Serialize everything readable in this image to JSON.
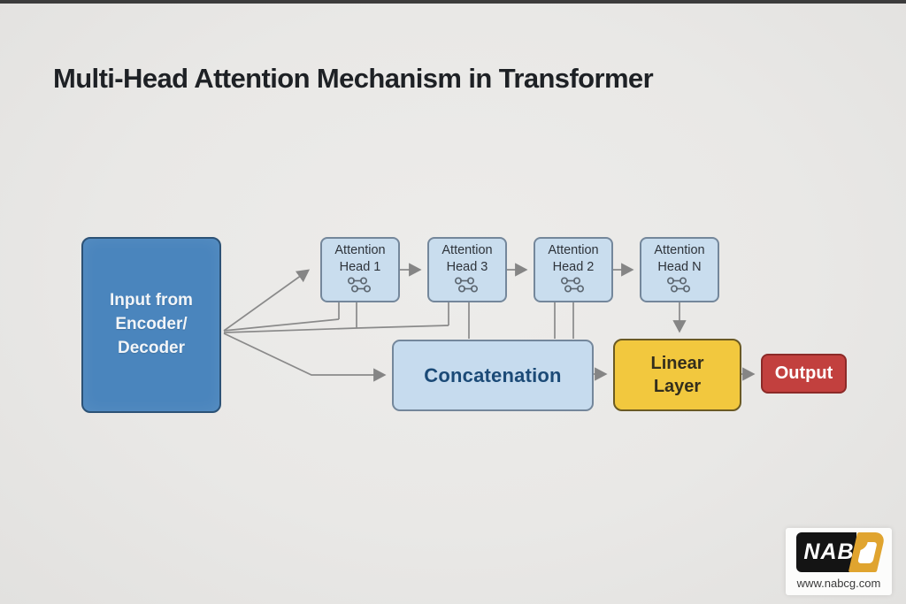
{
  "page": {
    "title": "Multi-Head Attention Mechanism in Transformer"
  },
  "diagram": {
    "input_box": {
      "label": "Input from\nEncoder/\nDecoder"
    },
    "attention_heads": [
      {
        "label": "Attention\nHead 1",
        "icon": "nodes-icon"
      },
      {
        "label": "Attention\nHead 3",
        "icon": "nodes-icon"
      },
      {
        "label": "Attention\nHead 2",
        "icon": "nodes-icon"
      },
      {
        "label": "Attention\nHead N",
        "icon": "nodes-icon"
      }
    ],
    "concatenation_box": {
      "label": "Concatenation"
    },
    "linear_box": {
      "label": "Linear\nLayer"
    },
    "output_box": {
      "label": "Output"
    },
    "flow": "input -> attention heads -> concatenation -> linear layer -> output"
  },
  "colors": {
    "background": "#e9e8e6",
    "connector_line": "#8a8a8a",
    "input_fill": "#4a85bd",
    "input_border": "#2c5276",
    "head_fill": "#c9ddee",
    "head_border": "#74879b",
    "concat_text": "#1b4a77",
    "linear_fill": "#f2c83e",
    "output_fill": "#c2403e",
    "logo_gold": "#e0a42f"
  },
  "footer": {
    "logo_text": "NAB",
    "website": "www.nabcg.com"
  }
}
